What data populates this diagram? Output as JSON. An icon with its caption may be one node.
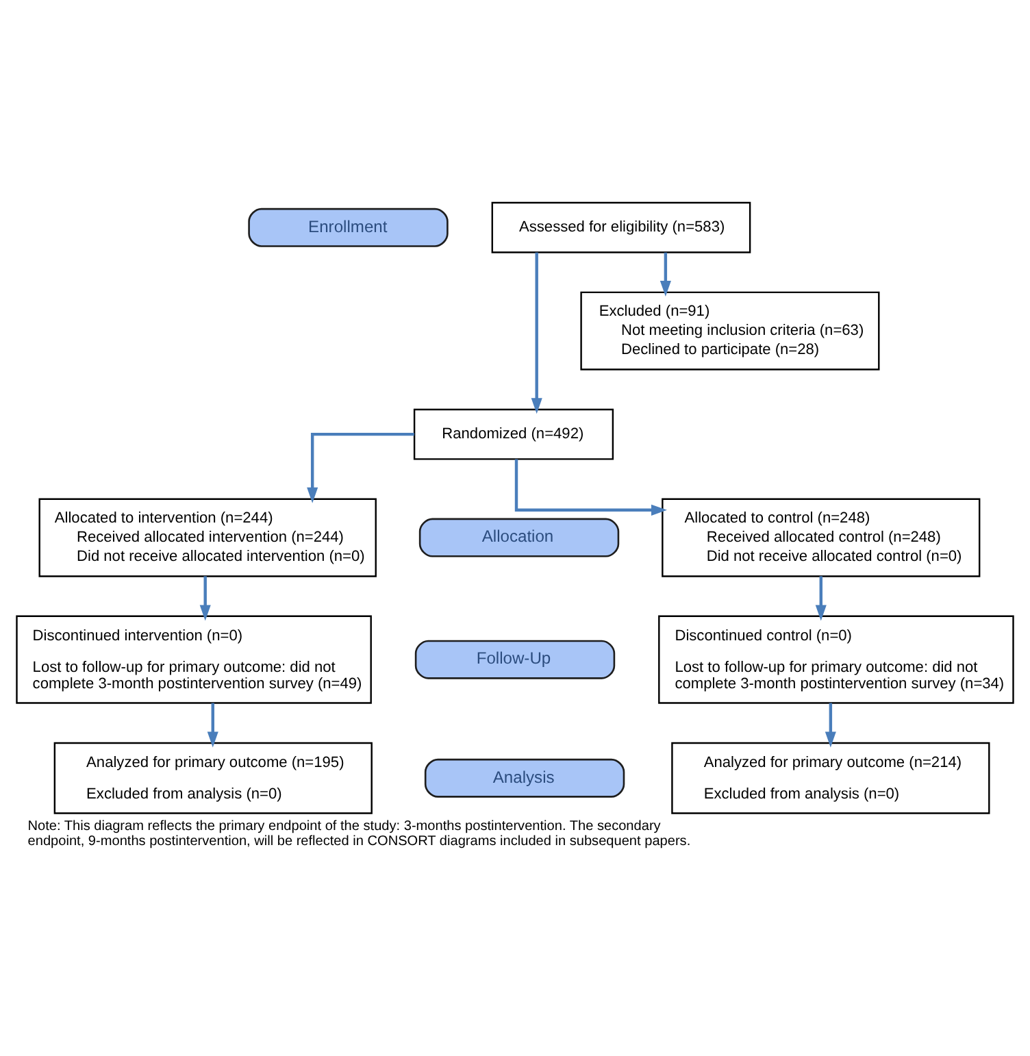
{
  "diagram": {
    "caption": "Note: This diagram reflects the primary endpoint of the study: 3-months postintervention. The secondary endpoint, 9-months postintervention, will be reflected in CONSORT diagrams included in subsequent papers.",
    "nodes": [
      {
        "text": [
          "Enrollment"
        ]
      },
      {
        "text": [
          "Assessed for eligibility (n=583)"
        ]
      },
      {
        "text": [
          "Excluded (n=91)",
          "Not meeting inclusion criteria (n=63)",
          "Declined to participate (n=28)"
        ]
      },
      {
        "text": [
          "Randomized (n=492)"
        ]
      },
      {
        "text": [
          "Allocation"
        ]
      },
      {
        "text": [
          "Allocated to intervention (n=244)",
          "Received allocated intervention (n=244)",
          "Did not receive allocated intervention (n=0)"
        ]
      },
      {
        "text": [
          "Allocated to control (n=248)",
          "Received allocated control (n=248)",
          "Did not receive allocated control (n=0)"
        ]
      },
      {
        "text": [
          "Follow-Up"
        ]
      },
      {
        "text": [
          "Discontinued intervention (n=0)",
          "Lost to follow-up for primary outcome: did not complete 3-month postintervention survey (n=49)"
        ]
      },
      {
        "text": [
          "Discontinued control (n=0)",
          "Lost to follow-up for primary outcome: did not complete 3-month postintervention survey (n=34)"
        ]
      },
      {
        "text": [
          "Analysis"
        ]
      },
      {
        "text": [
          "Analyzed for primary outcome (n=195)",
          "Excluded from analysis (n=0)"
        ]
      },
      {
        "text": [
          "Analyzed for primary outcome (n=214)",
          "Excluded from analysis (n=0)"
        ]
      }
    ],
    "edges": [
      {
        "from": 1,
        "to": 3,
        "arrow": "to"
      },
      {
        "from": 1,
        "to": 2,
        "arrow": "to"
      },
      {
        "from": 3,
        "to": 5,
        "arrow": "to"
      },
      {
        "from": 3,
        "to": 6,
        "arrow": "to"
      },
      {
        "from": 5,
        "to": 8,
        "arrow": "to"
      },
      {
        "from": 6,
        "to": 9,
        "arrow": "to"
      },
      {
        "from": 8,
        "to": 11,
        "arrow": "to"
      },
      {
        "from": 9,
        "to": 12,
        "arrow": "to"
      }
    ]
  }
}
